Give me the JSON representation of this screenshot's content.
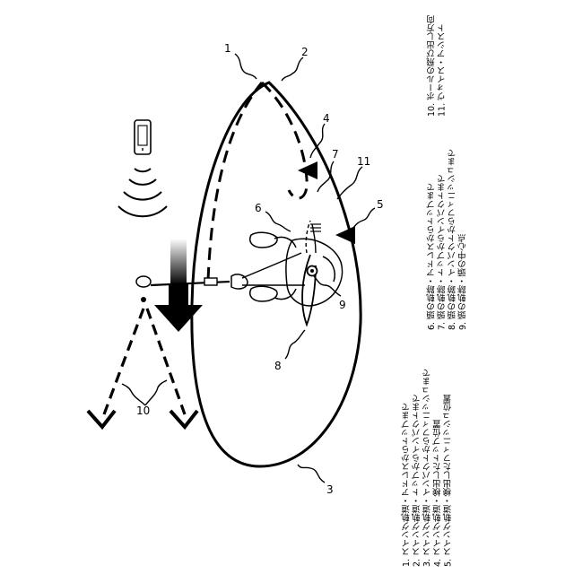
{
  "legend": {
    "col1": [
      "1. スイング軌道・アドレスからトップまで",
      "2. スイング軌道・トップからインパクトまで",
      "3. スイング軌道・インパクトからフィニッシュまで",
      "4. スイング軌道・検出したトップ位置",
      "5. スイング軌道・検出したフィニッシュ位置"
    ],
    "col2": [
      "6. 頭の軌跡・アドレスからトップまで",
      "7. 頭の軌跡・トップからインパクトまで",
      "8. 頭の軌跡・インパクトからフィニッシュまで",
      "9. 頭の軌跡・頭の中心点"
    ],
    "col3": [
      "10. ボールの飛び出し方向",
      "11. ヴォイス・アシスト"
    ]
  },
  "labels": {
    "n1": "1",
    "n2": "2",
    "n3": "3",
    "n4": "4",
    "n5": "5",
    "n6": "6",
    "n7": "7",
    "n8": "8",
    "n9": "9",
    "n10": "10",
    "n11": "11"
  }
}
